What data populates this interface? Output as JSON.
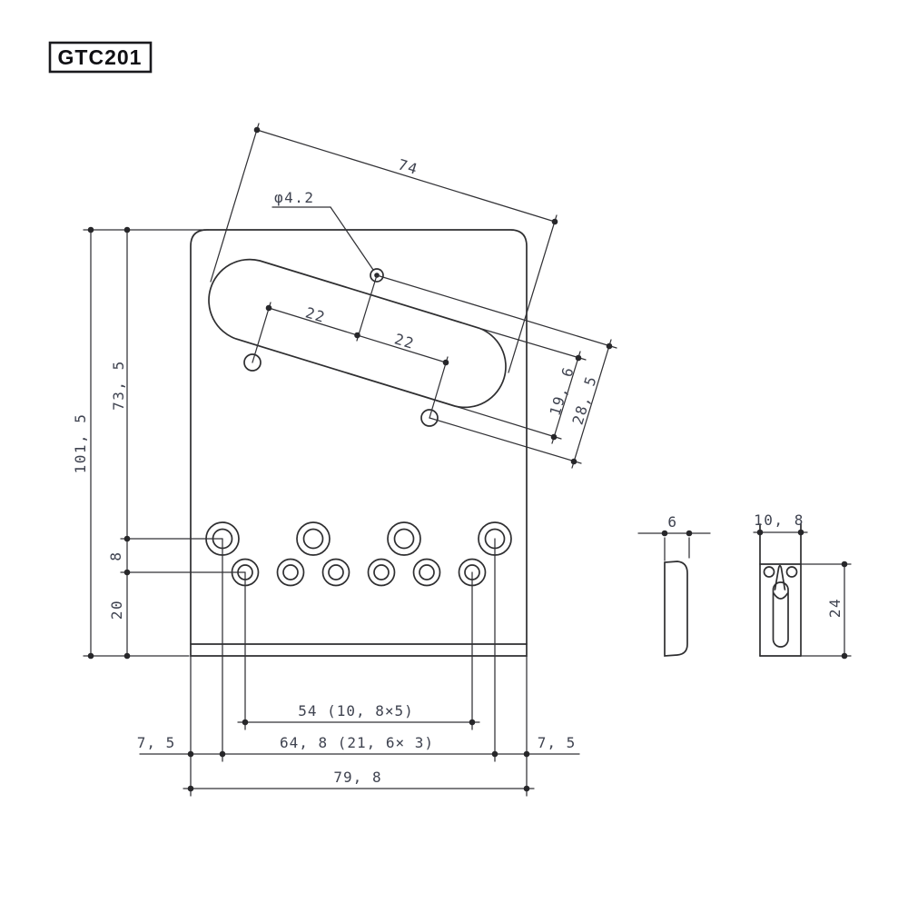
{
  "title_block": {
    "model": "GTC201"
  },
  "colors": {
    "background": "#ffffff",
    "line": "#2e2e30",
    "dim_text": "#3f4350"
  },
  "plate_view": {
    "dim_slot_length": "74",
    "dim_center_hole_dia": "φ4.2",
    "dim_pitch_left": "22",
    "dim_pitch_right": "22",
    "dim_slot_width": "19, 6",
    "dim_mount_offset": "28, 5",
    "dim_overall_length": "101, 5",
    "dim_top_to_saddle_screws": "73, 5",
    "dim_row_gap": "8",
    "dim_bottom_margin": "20",
    "dim_string_span": "54 (10, 8×5)",
    "dim_mount_span": "64, 8 (21, 6× 3)",
    "dim_edge_margin_left": "7, 5",
    "dim_edge_margin_right": "7, 5",
    "dim_overall_width": "79, 8"
  },
  "side_view": {
    "dim_thickness": "6"
  },
  "saddle_view": {
    "dim_width": "10, 8",
    "dim_length": "24"
  }
}
